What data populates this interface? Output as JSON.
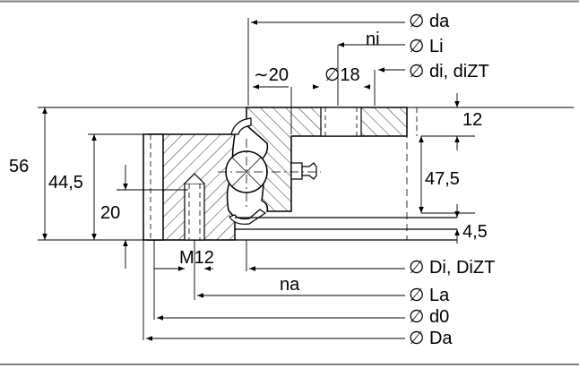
{
  "labels": {
    "d_a": "∅ da",
    "n_i": "ni",
    "L_i": "∅ Li",
    "approx_20": "∼20",
    "dia_18": "∅18",
    "d_i": "∅ di, diZT",
    "h12": "12",
    "h56": "56",
    "h44_5": "44,5",
    "h47_5": "47,5",
    "h20": "20",
    "h4_5": "4,5",
    "thread": "M12",
    "D_i": "∅ Di, DiZT",
    "n_a": "na",
    "L_a": "∅ La",
    "d_0": "∅ d0",
    "D_a": "∅ Da"
  },
  "colors": {
    "line": "#000000",
    "hatch": "#000000",
    "frame": "#7f7f7f"
  }
}
